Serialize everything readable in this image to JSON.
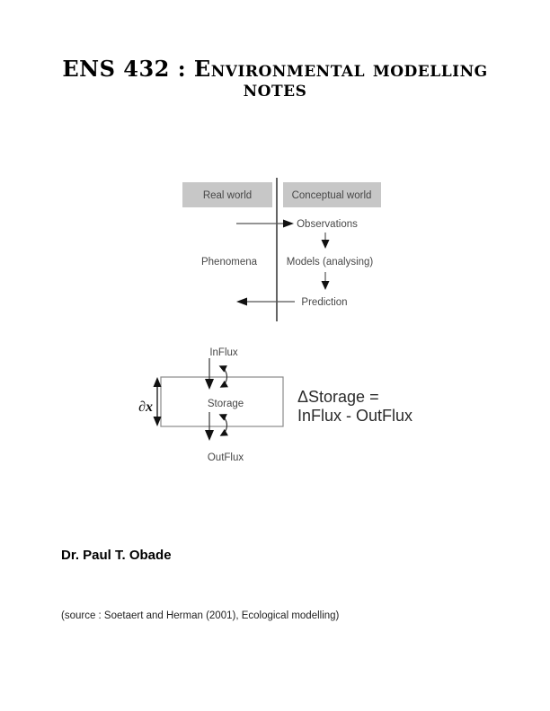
{
  "page": {
    "title_line1": "ENS 432 : Environmental modelling",
    "title_line2": "notes",
    "author": "Dr. Paul T. Obade",
    "source": "(source : Soetaert and Herman (2001), Ecological modelling)"
  },
  "diagram_flow": {
    "left_header": "Real world",
    "right_header": "Conceptual world",
    "phenomena_label": "Phenomena",
    "observations_label": "Observations",
    "models_label": "Models (analysing)",
    "prediction_label": "Prediction"
  },
  "diagram_storage": {
    "influx_label": "InFlux",
    "storage_label": "Storage",
    "outflux_label": "OutFlux",
    "dx_label": "∂x",
    "equation_line1": "ΔStorage =",
    "equation_line2": "InFlux - OutFlux"
  },
  "colors": {
    "header_box_fill": "#c7c7c7",
    "diagram_text": "#474747",
    "line_stroke": "#555555",
    "arrowhead_fill": "#111111",
    "storage_box_stroke": "#8a8a8a"
  }
}
